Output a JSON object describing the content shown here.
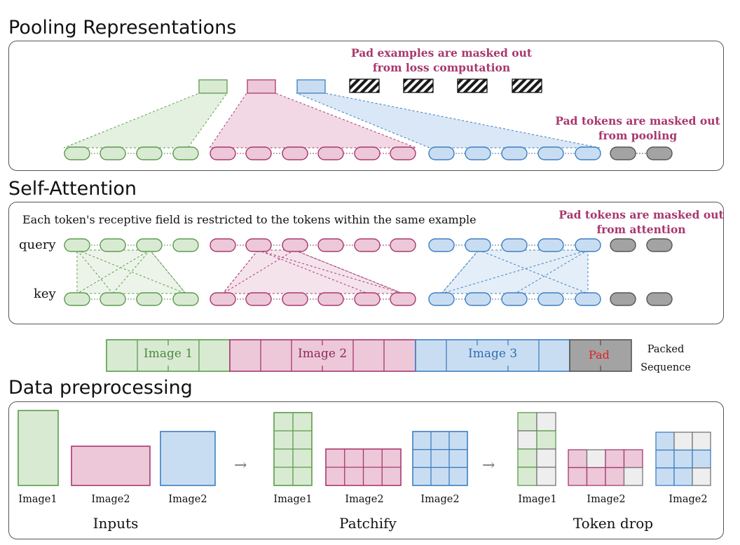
{
  "sections": {
    "pooling": "Pooling Representations",
    "self_attention": "Self-Attention",
    "data_preprocessing": "Data preprocessing"
  },
  "notes": {
    "pad_examples_l1": "Pad examples are masked out",
    "pad_examples_l2": "from loss computation",
    "pad_pool_l1": "Pad tokens are masked out",
    "pad_pool_l2": "from pooling",
    "pad_attn_l1": "Pad tokens are masked out",
    "pad_attn_l2": "from attention",
    "receptive_field": "Each token's receptive field is restricted to the tokens within the same example"
  },
  "row_labels": {
    "query": "query",
    "key": "key"
  },
  "packed": {
    "image1": "Image 1",
    "image2": "Image 2",
    "image3": "Image 3",
    "pad": "Pad",
    "caption_l1": "Packed",
    "caption_l2": "Sequence"
  },
  "preprocessing": {
    "arrow": "→",
    "inputs_labels": [
      "Image1",
      "Image2",
      "Image2"
    ],
    "patchify_labels": [
      "Image1",
      "Image2",
      "Image2"
    ],
    "tokendrop_labels": [
      "Image1",
      "Image2",
      "Image2"
    ],
    "stage_inputs": "Inputs",
    "stage_patchify": "Patchify",
    "stage_tokendrop": "Token drop"
  },
  "colors": {
    "green_fill": "#d9ead3",
    "green_stroke": "#5b9b4c",
    "pink_fill": "#ecc8d9",
    "pink_stroke": "#a8386f",
    "blue_fill": "#c9ddf2",
    "blue_stroke": "#3d7fc1",
    "gray_fill": "#a3a3a3",
    "gray_stroke": "#555555",
    "note": "#a8386f",
    "pad_text": "#e02020"
  }
}
